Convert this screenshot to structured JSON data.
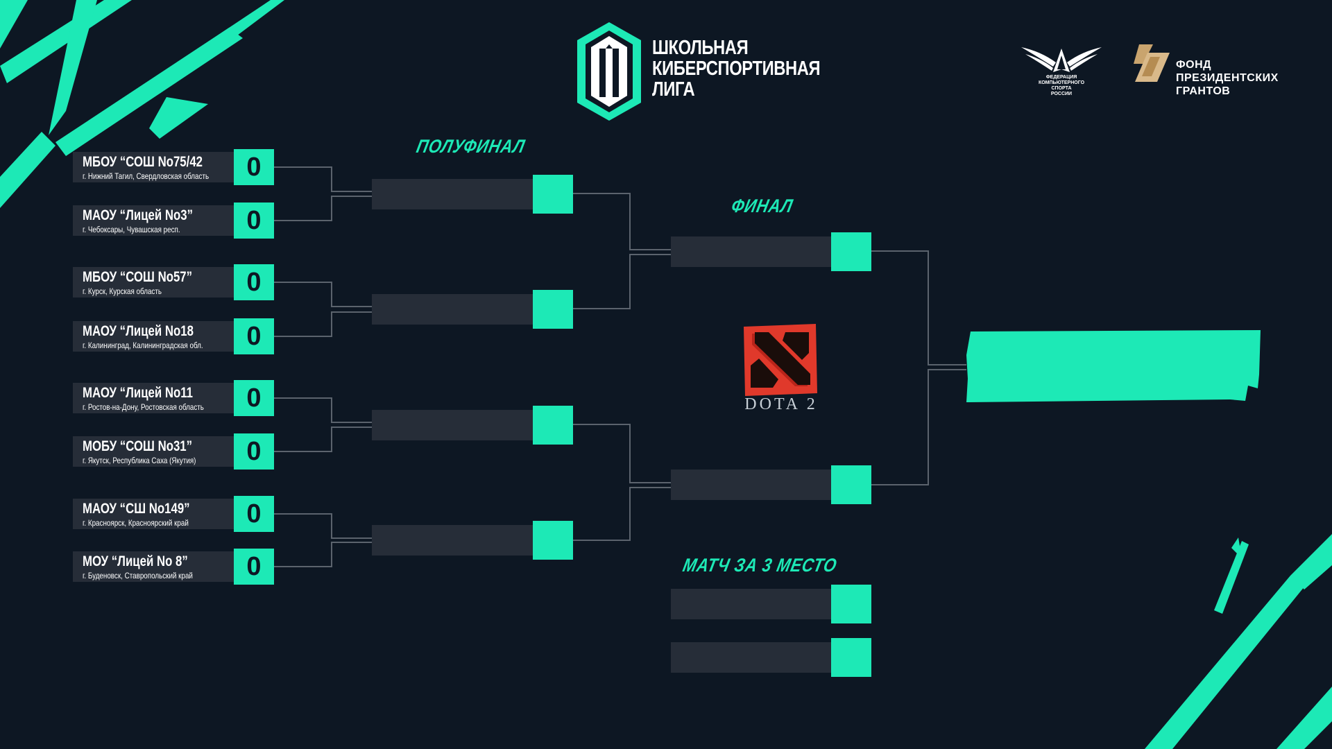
{
  "league": {
    "title_lines": [
      "ШКОЛЬНАЯ",
      "КИБЕРСПОРТИВНАЯ",
      "ЛИГА"
    ]
  },
  "federation": {
    "caption_lines": [
      "ФЕДЕРАЦИЯ",
      "КОМПЬЮТЕРНОГО",
      "СПОРТА",
      "РОССИИ"
    ]
  },
  "fund": {
    "lines": [
      "ФОНД",
      "ПРЕЗИДЕНТСКИХ",
      "ГРАНТОВ"
    ]
  },
  "rounds": {
    "semifinal": "ПОЛУФИНАЛ",
    "final": "ФИНАЛ",
    "third_place": "МАТЧ ЗА 3 МЕСТО"
  },
  "game": {
    "logo_text": "DOTA 2"
  },
  "colors": {
    "background": "#0d1723",
    "accent": "#1de9b6",
    "slot": "#262d38",
    "dota_red": "#e0392b"
  },
  "teams": [
    {
      "name": "МБОУ “СОШ No75/42",
      "city": "г. Нижний Тагил, Свердловская область",
      "score": "0"
    },
    {
      "name": "МАОУ “Лицей No3”",
      "city": "г. Чебоксары, Чувашская респ.",
      "score": "0"
    },
    {
      "name": "МБОУ “СОШ No57”",
      "city": "г. Курск, Курская область",
      "score": "0"
    },
    {
      "name": "МАОУ “Лицей No18",
      "city": "г. Калининград, Калининградская обл.",
      "score": "0"
    },
    {
      "name": "МАОУ “Лицей No11",
      "city": "г. Ростов-на-Дону, Ростовская область",
      "score": "0"
    },
    {
      "name": "МОБУ “СОШ No31”",
      "city": "г. Якутск, Республика Саха (Якутия)",
      "score": "0"
    },
    {
      "name": "МАОУ “СШ No149”",
      "city": "г. Красноярск, Красноярский край",
      "score": "0"
    },
    {
      "name": "МОУ “Лицей No 8”",
      "city": "г. Буденовск, Ставропольский край",
      "score": "0"
    }
  ]
}
